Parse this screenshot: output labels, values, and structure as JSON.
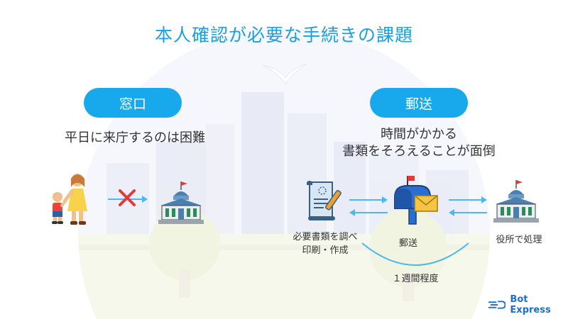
{
  "title": "本人確認が必要な手続きの課題",
  "counter": {
    "label": "窓口",
    "desc": "平日に来庁するのは困難"
  },
  "mail": {
    "label": "郵送",
    "desc_line1": "時間がかかる",
    "desc_line2": "書類をそろえることが面倒"
  },
  "steps": {
    "prepare_line1": "必要書類を調べ",
    "prepare_line2": "印刷・作成",
    "mailing": "郵送",
    "office": "役所で処理",
    "duration": "１週間程度"
  },
  "logo": {
    "text": "Bot Express"
  },
  "colors": {
    "accent": "#18a8ec",
    "title": "#1a9fe0",
    "arrow": "#4bb8ee",
    "cross": "#e53935"
  },
  "icons": [
    "parent-child-icon",
    "cross-icon",
    "government-building-icon",
    "document-pen-icon",
    "mailbox-icon",
    "logo-icon"
  ]
}
